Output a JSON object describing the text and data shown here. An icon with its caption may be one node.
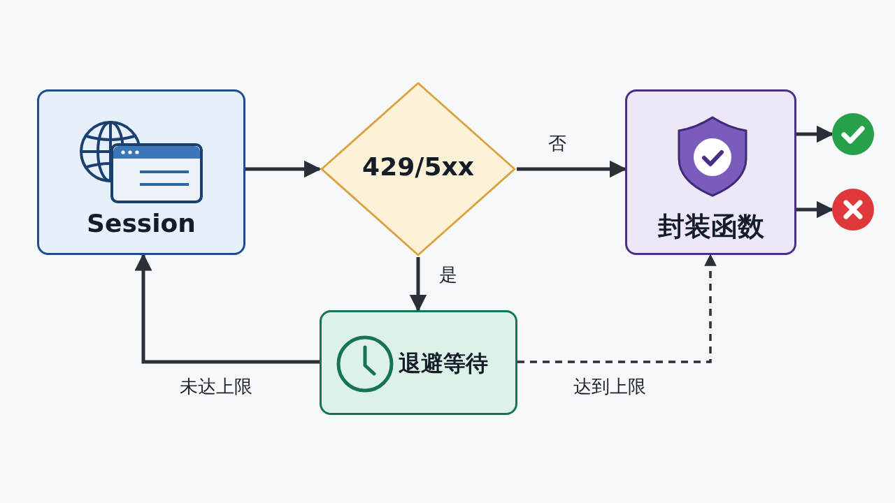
{
  "diagram": {
    "nodes": [
      {
        "text": [
          "Session"
        ]
      },
      {
        "text": [
          "429/5xx"
        ]
      },
      {
        "text": [
          "封装函数"
        ]
      },
      {
        "text": [
          "退避等待"
        ]
      },
      {
        "text": [],
        "shape": "circle"
      },
      {
        "text": [],
        "shape": "circle"
      }
    ],
    "edges": [
      {
        "from": 0,
        "to": 1,
        "arrow": "to"
      },
      {
        "from": 1,
        "to": 2,
        "arrow": "to",
        "label": "否"
      },
      {
        "from": 1,
        "to": 3,
        "arrow": "to",
        "label": "是"
      },
      {
        "from": 3,
        "to": 0,
        "arrow": "to",
        "label": "未达上限"
      },
      {
        "from": 3,
        "to": 2,
        "arrow": "to",
        "label": "达到上限",
        "style": "dashed"
      },
      {
        "from": 2,
        "to": 4,
        "arrow": "to"
      },
      {
        "from": 2,
        "to": 5,
        "arrow": "to"
      }
    ]
  }
}
